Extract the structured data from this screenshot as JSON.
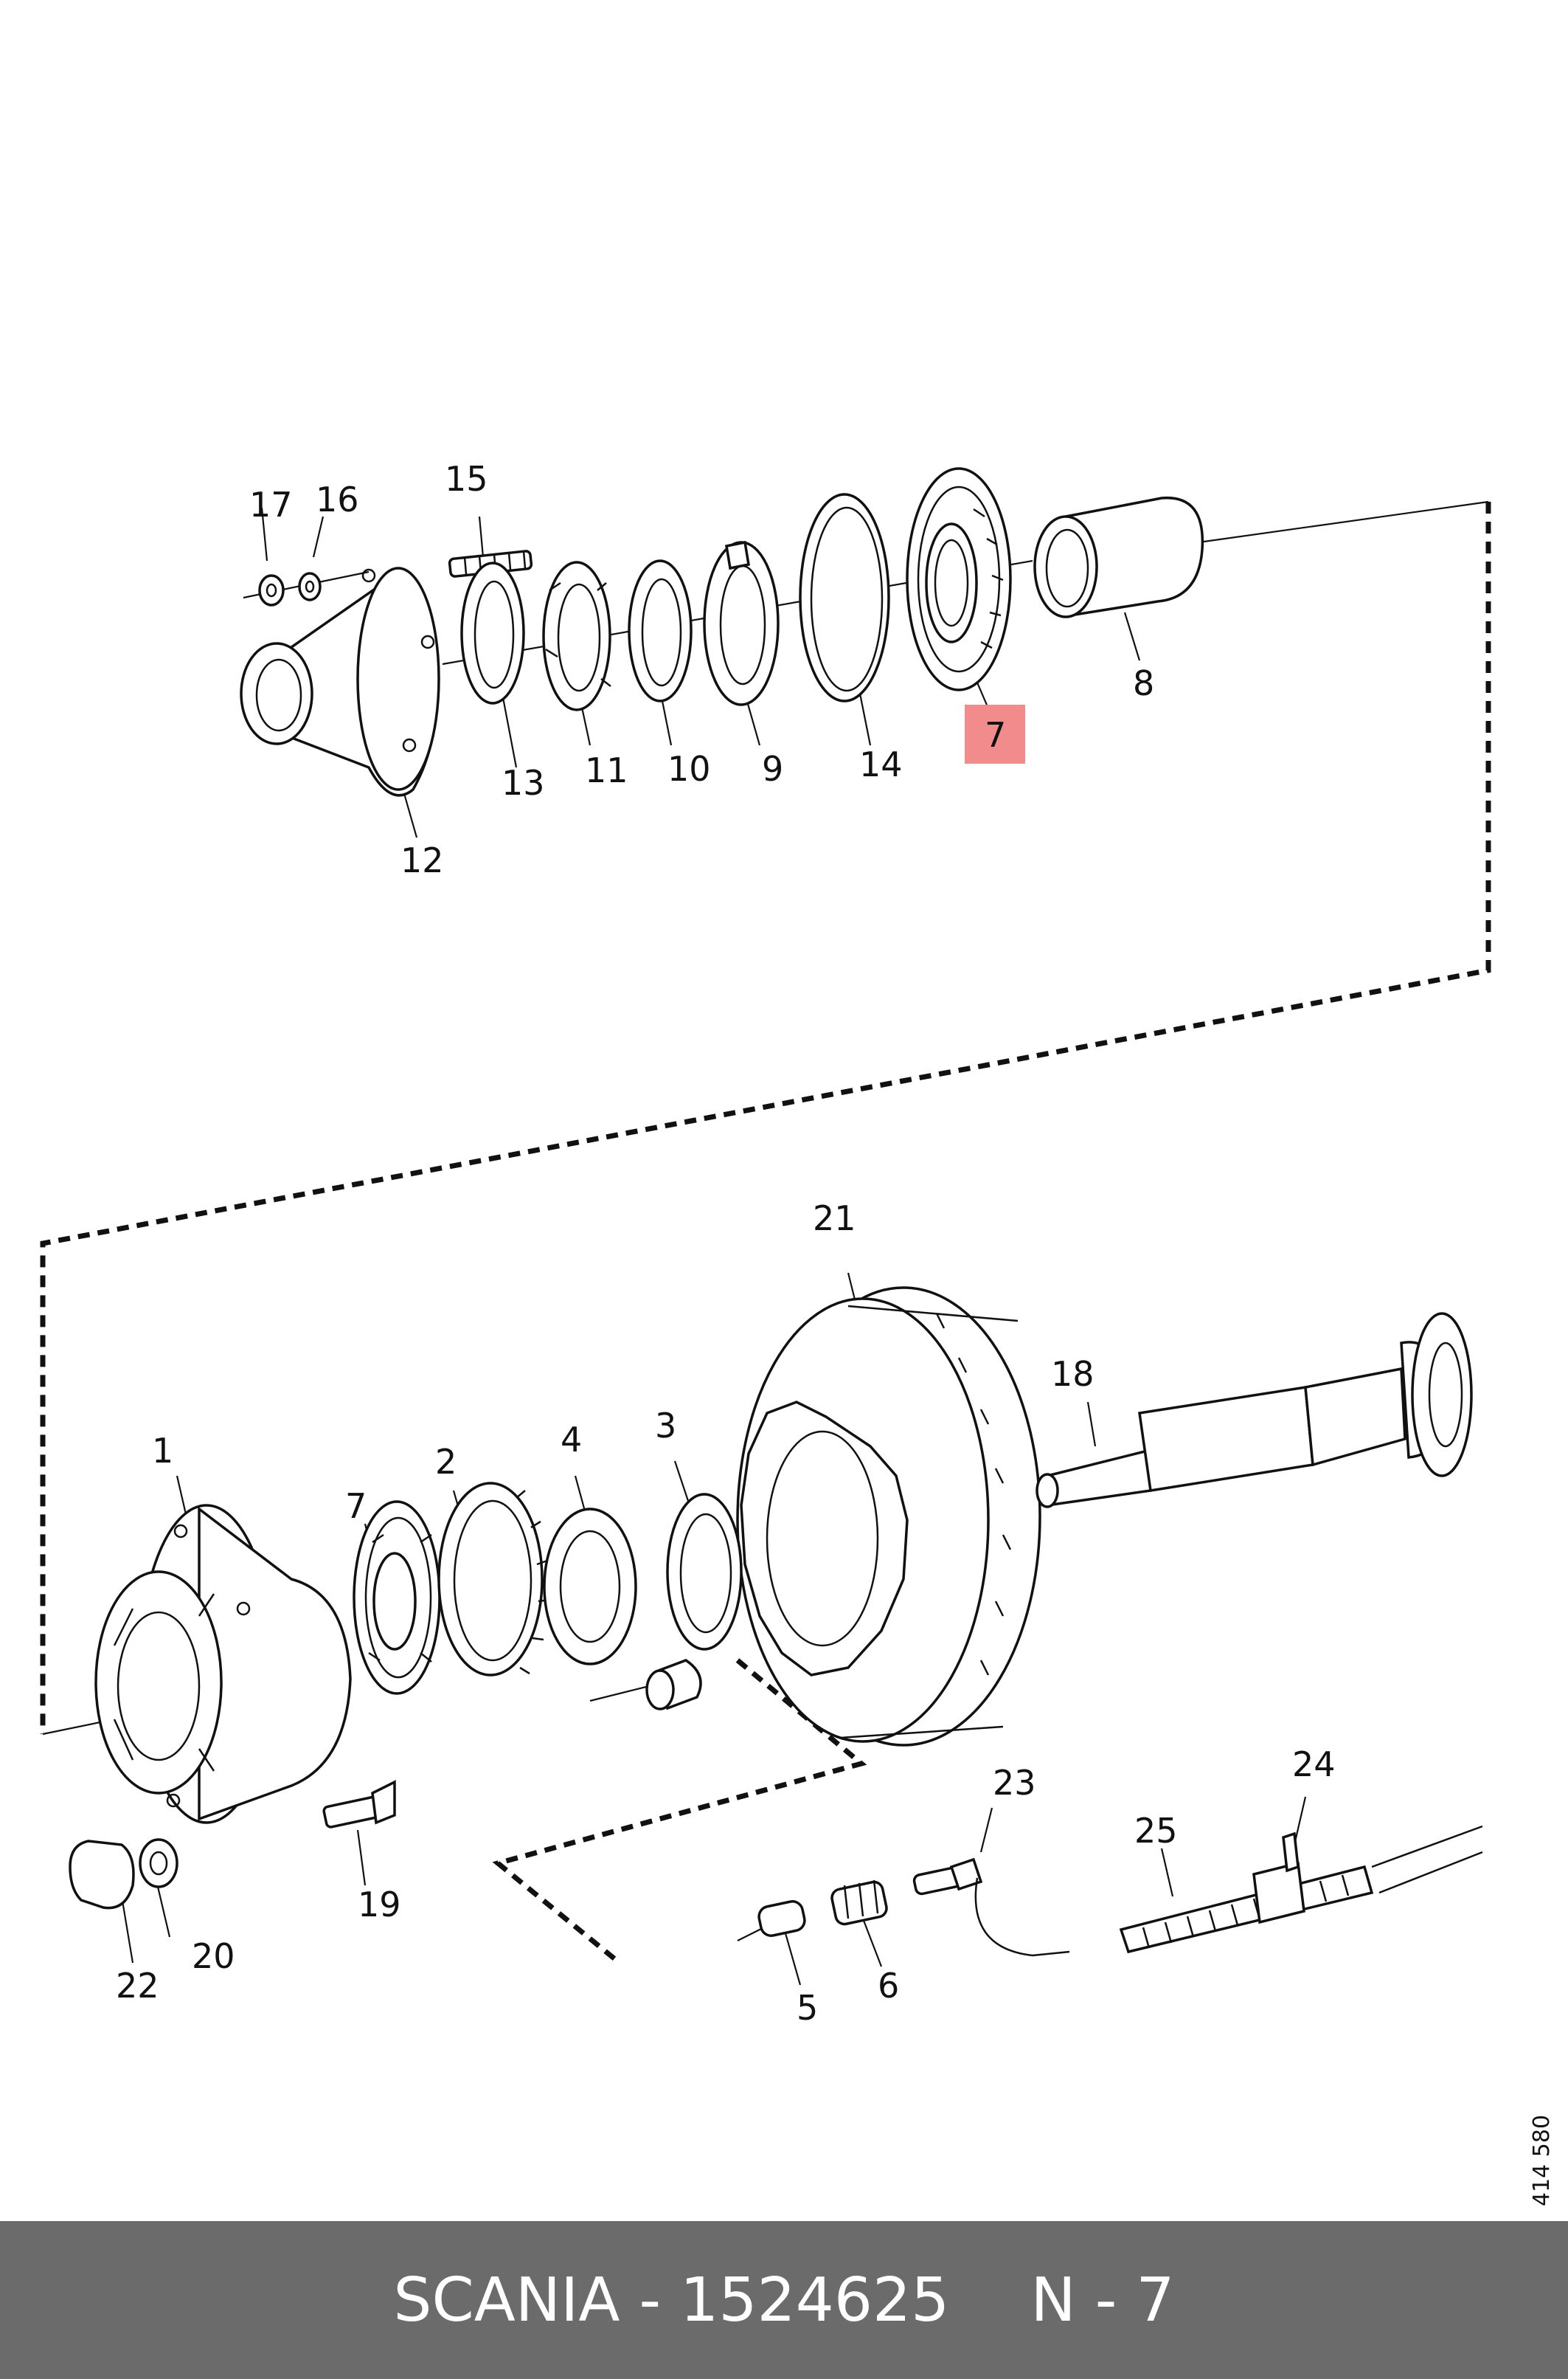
{
  "diagram": {
    "callouts": [
      {
        "id": "c17",
        "label": "17",
        "highlighted": false
      },
      {
        "id": "c16",
        "label": "16",
        "highlighted": false
      },
      {
        "id": "c15",
        "label": "15",
        "highlighted": false
      },
      {
        "id": "c13",
        "label": "13",
        "highlighted": false
      },
      {
        "id": "c11",
        "label": "11",
        "highlighted": false
      },
      {
        "id": "c10",
        "label": "10",
        "highlighted": false
      },
      {
        "id": "c9",
        "label": "9",
        "highlighted": false
      },
      {
        "id": "c14",
        "label": "14",
        "highlighted": false
      },
      {
        "id": "c7top",
        "label": "7",
        "highlighted": true
      },
      {
        "id": "c8",
        "label": "8",
        "highlighted": false
      },
      {
        "id": "c12",
        "label": "12",
        "highlighted": false
      },
      {
        "id": "c21",
        "label": "21",
        "highlighted": false
      },
      {
        "id": "c18",
        "label": "18",
        "highlighted": false
      },
      {
        "id": "c1",
        "label": "1",
        "highlighted": false
      },
      {
        "id": "c2",
        "label": "2",
        "highlighted": false
      },
      {
        "id": "c4",
        "label": "4",
        "highlighted": false
      },
      {
        "id": "c3",
        "label": "3",
        "highlighted": false
      },
      {
        "id": "c7bottom",
        "label": "7",
        "highlighted": false
      },
      {
        "id": "c23",
        "label": "23",
        "highlighted": false
      },
      {
        "id": "c24",
        "label": "24",
        "highlighted": false
      },
      {
        "id": "c25",
        "label": "25",
        "highlighted": false
      },
      {
        "id": "c19",
        "label": "19",
        "highlighted": false
      },
      {
        "id": "c20",
        "label": "20",
        "highlighted": false
      },
      {
        "id": "c22",
        "label": "22",
        "highlighted": false
      },
      {
        "id": "c5",
        "label": "5",
        "highlighted": false
      },
      {
        "id": "c6",
        "label": "6",
        "highlighted": false
      }
    ],
    "figure_id": "414 580",
    "highlight_color": "#f28b8b"
  },
  "footer": {
    "brand_part": "SCANIA - 1524625",
    "position": "N - 7",
    "background": "#6b6b6b"
  }
}
